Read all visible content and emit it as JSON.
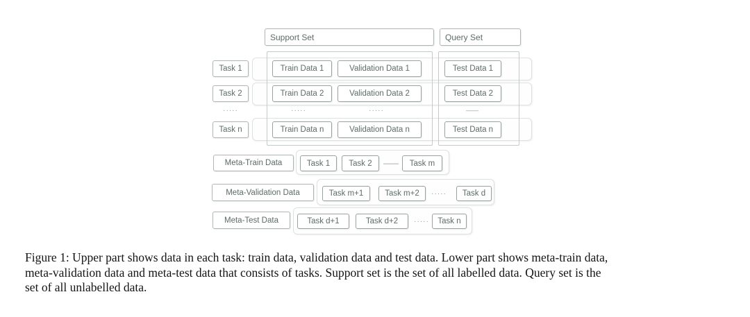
{
  "figure": {
    "diagram": {
      "support_set_label": "Support Set",
      "query_set_label": "Query Set",
      "task_rows": [
        {
          "task": "Task 1",
          "train": "Train Data 1",
          "validation": "Validation Data 1",
          "test": "Test Data 1"
        },
        {
          "task": "Task 2",
          "train": "Train Data 2",
          "validation": "Validation Data 2",
          "test": "Test Data 2"
        },
        {
          "task": "Task n",
          "train": "Train Data n",
          "validation": "Validation Data n",
          "test": "Test Data n"
        }
      ],
      "row_ellipsis": "·····",
      "test_row_dash": "——",
      "meta_rows": [
        {
          "label": "Meta-Train Data",
          "tasks": [
            "Task 1",
            "Task 2",
            "Task m"
          ],
          "separator": "——"
        },
        {
          "label": "Meta-Validation Data",
          "tasks": [
            "Task m+1",
            "Task m+2",
            "Task d"
          ],
          "separator": "·····"
        },
        {
          "label": "Meta-Test Data",
          "tasks": [
            "Task d+1",
            "Task d+2",
            "Task n"
          ],
          "separator": "·····"
        }
      ],
      "colors": {
        "data_box_border": "#98a2a0",
        "label_box_border": "#aeb6b4",
        "band_border": "#dde1df",
        "container_border": "#c3cac8",
        "diagram_text": "#5d6b69",
        "ellipsis_text": "#8c9896",
        "caption_text": "#141414",
        "background": "#ffffff"
      }
    },
    "caption": {
      "lines": [
        "Figure 1: Upper part shows data in each task: train data, validation data and test data. Lower part shows meta-train data,",
        "meta-validation data and meta-test data that consists of tasks. Support set is the set of all labelled data. Query set is the",
        "set of all unlabelled data."
      ]
    }
  }
}
